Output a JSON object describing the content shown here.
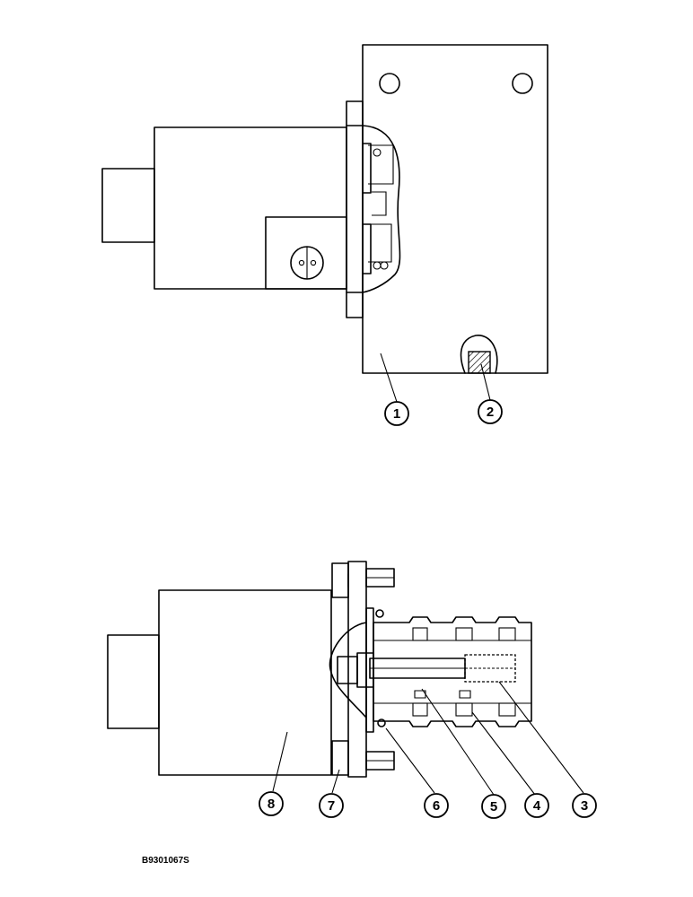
{
  "figure_code": "B9301067S",
  "callouts": {
    "c1": "1",
    "c2": "2",
    "c3": "3",
    "c4": "4",
    "c5": "5",
    "c6": "6",
    "c7": "7",
    "c8": "8"
  }
}
